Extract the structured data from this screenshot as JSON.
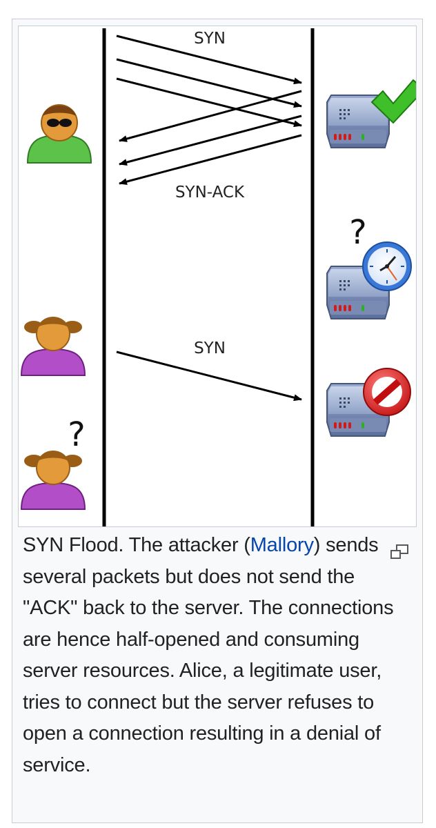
{
  "diagram": {
    "arrow_label_syn_top": "SYN",
    "arrow_label_synack": "SYN-ACK",
    "arrow_label_syn_bottom": "SYN",
    "question_mark_server": "?",
    "question_mark_user": "?",
    "colors": {
      "attacker_body": "#5dc24a",
      "user_body": "#b24fc8",
      "skin": "#e39a3a",
      "server_body": "#8aa0c8",
      "check": "#3fbf2a",
      "no_sign": "#d11a1a",
      "clock_ring": "#3a78d8"
    },
    "icons": [
      "attacker-icon",
      "user-icon",
      "server-icon",
      "checkmark-icon",
      "clock-icon",
      "no-entry-icon"
    ]
  },
  "caption": {
    "before_link": "SYN Flood. The attacker (",
    "link_text": "Mallory",
    "after_link": ") sends several packets but does not send the \"ACK\" back to the server. The connections are hence half-opened and consuming server resources. Alice, a legitimate user, tries to connect but the server refuses to open a connection resulting in a denial of service."
  }
}
